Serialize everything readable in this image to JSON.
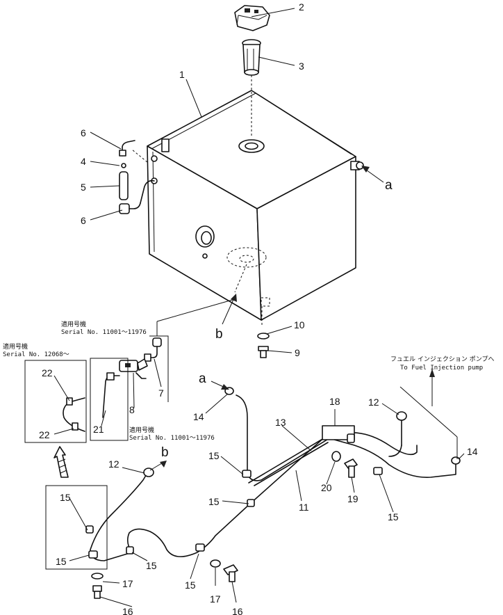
{
  "callouts": {
    "c1": "1",
    "c2": "2",
    "c3": "3",
    "c4": "4",
    "c5": "5",
    "c6a": "6",
    "c6b": "6",
    "c7": "7",
    "c8": "8",
    "c9": "9",
    "c10": "10",
    "c11": "11",
    "c12a": "12",
    "c12b": "12",
    "c13": "13",
    "c14a": "14",
    "c14b": "14",
    "c15a": "15",
    "c15b": "15",
    "c15c": "15",
    "c15d": "15",
    "c15e": "15",
    "c15f": "15",
    "c15g": "15",
    "c16a": "16",
    "c16b": "16",
    "c17a": "17",
    "c17b": "17",
    "c18": "18",
    "c19": "19",
    "c20": "20",
    "c21": "21",
    "c22a": "22",
    "c22b": "22"
  },
  "letters": {
    "a_top": "a",
    "a_mid": "a",
    "b_top": "b",
    "b_mid": "b"
  },
  "notes": {
    "serial_top_jp": "適用号機",
    "serial_top_en": "Serial No. 11001～11976",
    "serial_left_jp": "適用号機",
    "serial_left_en": "Serial No. 12068～",
    "serial_mid_jp": "適用号機",
    "serial_mid_en": "Serial No. 11001～11976",
    "dest_jp": "フュエル インジェクション ポンプへ",
    "dest_en": "To Fuel Injection pump"
  }
}
